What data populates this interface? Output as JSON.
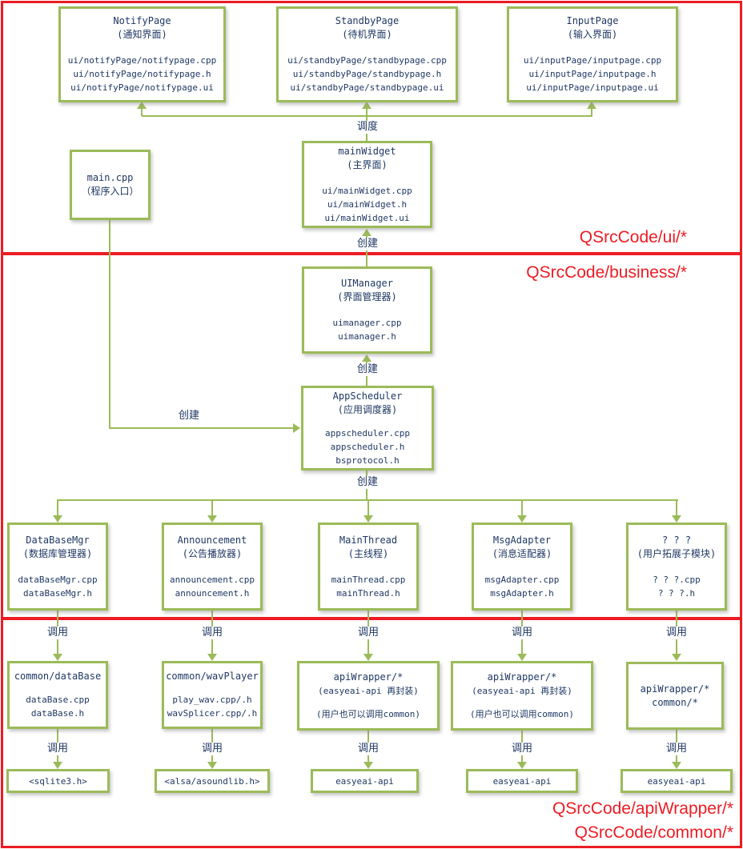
{
  "colors": {
    "section_border": "#ed1c24",
    "node_border": "#9bbb59",
    "edge": "#9bbb59",
    "node_text": "#1f3864",
    "section_label_text": "#ed1c24"
  },
  "section_labels": {
    "ui": "QSrcCode/ui/*",
    "business": "QSrcCode/business/*",
    "api_wrapper": "QSrcCode/apiWrapper/*",
    "common": "QSrcCode/common/*"
  },
  "edge_labels": {
    "dispatch": "调度",
    "create": "创建",
    "call": "调用"
  },
  "nodes": {
    "notify_page": {
      "title": "NotifyPage",
      "subtitle": "(通知界面)",
      "files": [
        "ui/notifyPage/notifypage.cpp",
        "ui/notifyPage/notifypage.h",
        "ui/notifyPage/notifypage.ui"
      ]
    },
    "standby_page": {
      "title": "StandbyPage",
      "subtitle": "(待机界面)",
      "files": [
        "ui/standbyPage/standbypage.cpp",
        "ui/standbyPage/standbypage.h",
        "ui/standbyPage/standbypage.ui"
      ]
    },
    "input_page": {
      "title": "InputPage",
      "subtitle": "(输入界面)",
      "files": [
        "ui/inputPage/inputpage.cpp",
        "ui/inputPage/inputpage.h",
        "ui/inputPage/inputpage.ui"
      ]
    },
    "main_widget": {
      "title": "mainWidget",
      "subtitle": "(主界面)",
      "files": [
        "ui/mainWidget.cpp",
        "ui/mainWidget.h",
        "ui/mainWidget.ui"
      ]
    },
    "main_cpp": {
      "title": "main.cpp",
      "subtitle": "（程序入口）"
    },
    "ui_manager": {
      "title": "UIManager",
      "subtitle": "(界面管理器)",
      "files": [
        "uimanager.cpp",
        "uimanager.h"
      ]
    },
    "app_scheduler": {
      "title": "AppScheduler",
      "subtitle": "(应用调度器)",
      "files": [
        "appscheduler.cpp",
        "appscheduler.h",
        "bsprotocol.h"
      ]
    },
    "database_mgr": {
      "title": "DataBaseMgr",
      "subtitle": "(数据库管理器)",
      "files": [
        "dataBaseMgr.cpp",
        "dataBaseMgr.h"
      ]
    },
    "announcement": {
      "title": "Announcement",
      "subtitle": "(公告播放器)",
      "files": [
        "announcement.cpp",
        "announcement.h"
      ]
    },
    "main_thread": {
      "title": "MainThread",
      "subtitle": "(主线程)",
      "files": [
        "mainThread.cpp",
        "mainThread.h"
      ]
    },
    "msg_adapter": {
      "title": "MsgAdapter",
      "subtitle": "(消息适配器)",
      "files": [
        "msgAdapter.cpp",
        "msgAdapter.h"
      ]
    },
    "user_module": {
      "title": "? ? ?",
      "subtitle": "(用户拓展子模块)",
      "files": [
        "? ? ?.cpp",
        "? ? ?.h"
      ]
    },
    "common_database": {
      "title": "common/dataBase",
      "files": [
        "dataBase.cpp",
        "dataBase.h"
      ]
    },
    "common_wavplayer": {
      "title": "common/wavPlayer",
      "files": [
        "play_wav.cpp/.h",
        "wavSplicer.cpp/.h"
      ]
    },
    "api_wrapper_main": {
      "title": "apiWrapper/*",
      "subtitle": "(easyeai-api 再封装)",
      "note": "(用户也可以调用common)"
    },
    "api_wrapper_msg": {
      "title": "apiWrapper/*",
      "subtitle": "(easyeai-api 再封装)",
      "note": "(用户也可以调用common)"
    },
    "api_wrapper_user": {
      "title": "apiWrapper/*",
      "subtitle": "common/*"
    },
    "sqlite": {
      "title": "<sqlite3.h>"
    },
    "alsa": {
      "title": "<alsa/asoundlib.h>"
    },
    "easyeai_1": {
      "title": "easyeai-api"
    },
    "easyeai_2": {
      "title": "easyeai-api"
    },
    "easyeai_3": {
      "title": "easyeai-api"
    }
  }
}
